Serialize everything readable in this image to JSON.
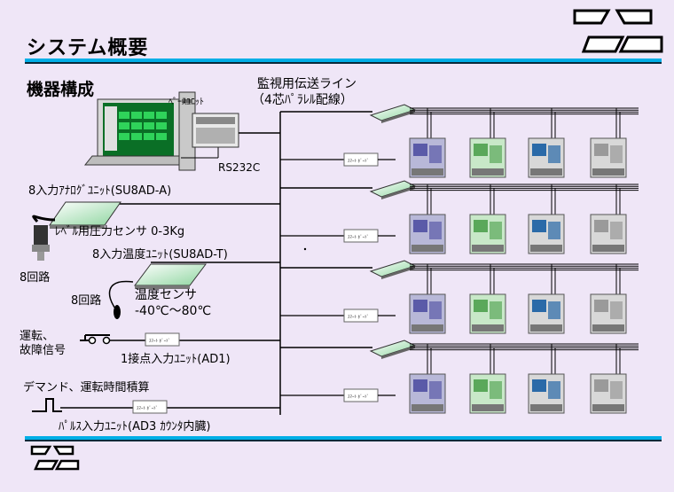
{
  "header": {
    "title": "システム概要",
    "subtitle": "機器構成"
  },
  "labels": {
    "monitor_line": "監視用伝送ライン",
    "monitor_line_sub": "（4芯ﾊﾟﾗﾚﾙ配線）",
    "base_unit": "ﾍﾞｰｽﾕﾆｯﾄ",
    "rs232c": "RS232C",
    "analog_unit": "8入力ｱﾅﾛｸﾞﾕﾆｯﾄ(SU8AD-A)",
    "pressure_sensor": "ﾚﾍﾞﾙ用圧力センサ 0-3Kg",
    "circuits_8a": "8回路",
    "temp_unit": "8入力温度ﾕﾆｯﾄ(SU8AD-T)",
    "circuits_8b": "8回路",
    "temp_sensor": "温度センサ",
    "temp_range": "-40℃～80℃",
    "run_fault_1": "運転、",
    "run_fault_2": "故障信号",
    "contact_unit": "1接点入力ﾕﾆｯﾄ(AD1)",
    "demand": "デマンド、運転時間積算",
    "pulse_unit": "ﾊﾟﾙｽ入力ﾕﾆｯﾄ(AD3 ｶｳﾝﾀ内臓)",
    "module_text": "ｽﾏｰﾄ ﾎﾞｰﾄﾞ"
  },
  "colors": {
    "background": "#efe6f7",
    "accent_bar": "#00aee6",
    "screen_green": "#1e9c3a"
  },
  "icons": [
    "pc-monitor-icon",
    "base-unit-icon",
    "pressure-sensor-icon",
    "temp-probe-icon",
    "relay-contact-icon",
    "pulse-icon",
    "transmission-unit-icon",
    "equipment-icon",
    "logo-icon"
  ]
}
